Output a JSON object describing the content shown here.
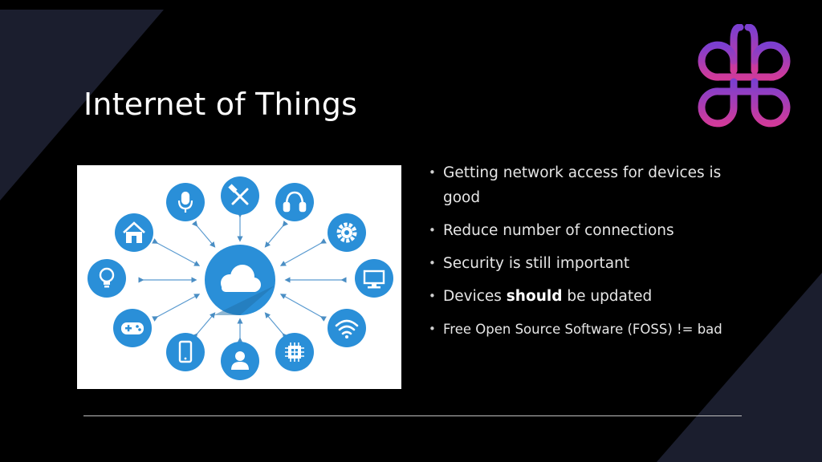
{
  "slide": {
    "title": "Internet of Things",
    "bullets": [
      {
        "text": "Getting network access for devices is good"
      },
      {
        "text": "Reduce number of connections"
      },
      {
        "text": "Security is still important"
      },
      {
        "pre": "Devices ",
        "bold": "should",
        "post": " be updated"
      },
      {
        "text": "Free Open Source Software (FOSS) != bad"
      }
    ]
  },
  "diagram": {
    "center_icon": "cloud-icon",
    "nodes": [
      "microphone-icon",
      "tools-icon",
      "headphones-icon",
      "gear-icon",
      "monitor-icon",
      "wifi-icon",
      "chip-icon",
      "user-icon",
      "smartphone-icon",
      "gamepad-icon",
      "lightbulb-icon",
      "home-icon"
    ]
  },
  "colors": {
    "background": "#000000",
    "panel": "#1b1e2e",
    "accent_blue": "#2a8fd8",
    "logo_purple": "#7b3fd0",
    "logo_pink": "#d03a9a"
  }
}
